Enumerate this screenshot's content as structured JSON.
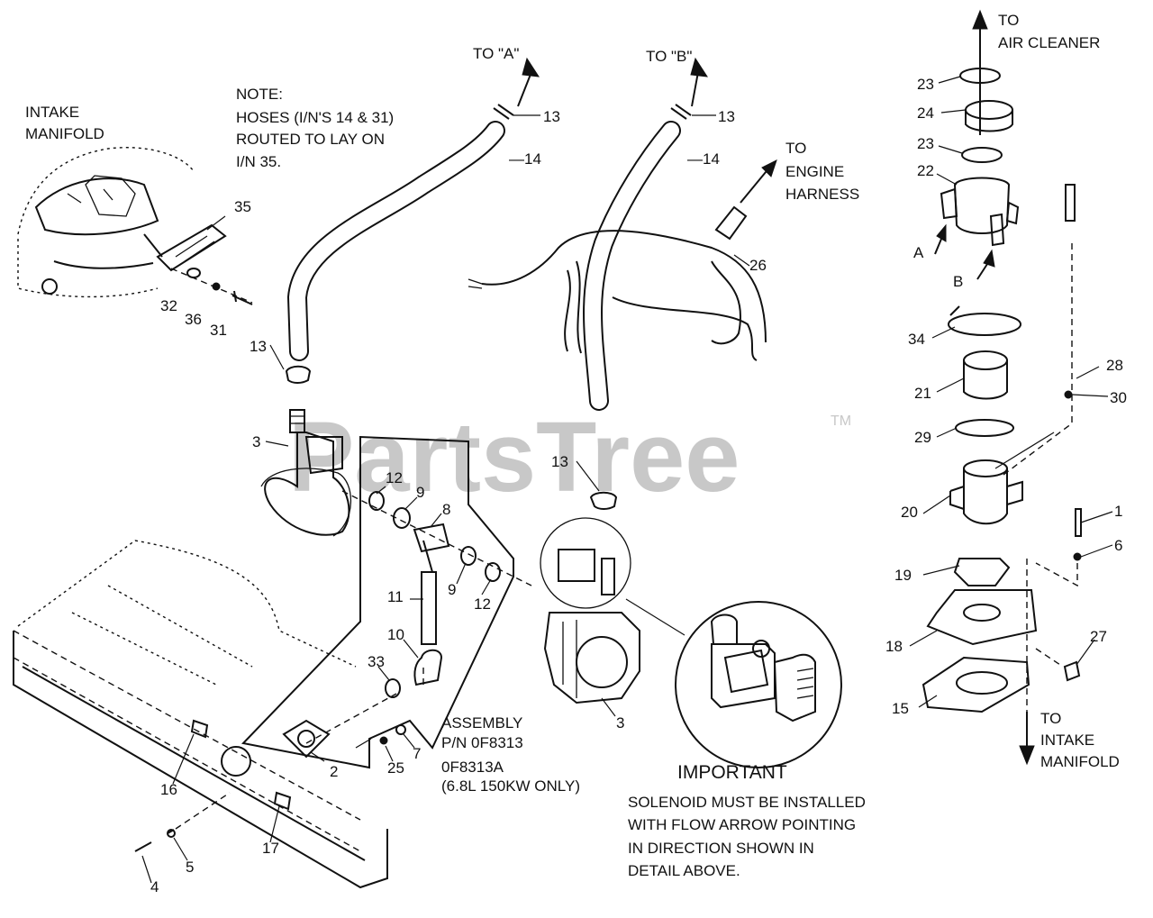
{
  "watermark": {
    "brand": "PartsTree",
    "trademark": "TM"
  },
  "notes": {
    "intake_manifold": [
      "INTAKE",
      "MANIFOLD"
    ],
    "hose_note": [
      "NOTE:",
      "HOSES (I/N'S 14 & 31)",
      "ROUTED TO LAY ON",
      "I/N 35."
    ],
    "to_a": "TO \"A\"",
    "to_b": "TO \"B\"",
    "to_engine_harness": [
      "TO",
      "ENGINE",
      "HARNESS"
    ],
    "to_air_cleaner": [
      "TO",
      "AIR CLEANER"
    ],
    "to_intake_manifold": [
      "TO",
      "INTAKE",
      "MANIFOLD"
    ],
    "arrow_a": "A",
    "arrow_b": "B",
    "assembly": [
      "ASSEMBLY",
      "P/N 0F8313",
      "0F8313A",
      "(6.8L 150KW ONLY)"
    ],
    "important_title": "IMPORTANT",
    "important_text": [
      "SOLENOID MUST BE INSTALLED",
      "WITH FLOW ARROW POINTING",
      "IN DIRECTION SHOWN IN",
      "DETAIL ABOVE."
    ]
  },
  "callouts": {
    "c13a": "13",
    "c14a": "—14",
    "c13b": "13",
    "c14b": "—14",
    "c35": "35",
    "c32": "32",
    "c36": "36",
    "c31": "31",
    "c13c": "13",
    "c3a": "3",
    "c12a": "12",
    "c9a": "9",
    "c8": "8",
    "c9b": "9",
    "c12b": "12",
    "c11": "11",
    "c10": "10",
    "c33": "33",
    "c2": "2",
    "c25": "25",
    "c7": "7",
    "c16": "16",
    "c17": "17",
    "c5": "5",
    "c4": "4",
    "c13d": "13",
    "c3b": "3",
    "c26": "26",
    "c23a": "23",
    "c24": "24",
    "c23b": "23",
    "c22": "22",
    "c34": "34",
    "c21": "21",
    "c28": "28",
    "c30": "30",
    "c29": "29",
    "c20": "20",
    "c1": "1",
    "c6": "6",
    "c19": "19",
    "c18": "18",
    "c27": "27",
    "c15": "15"
  }
}
